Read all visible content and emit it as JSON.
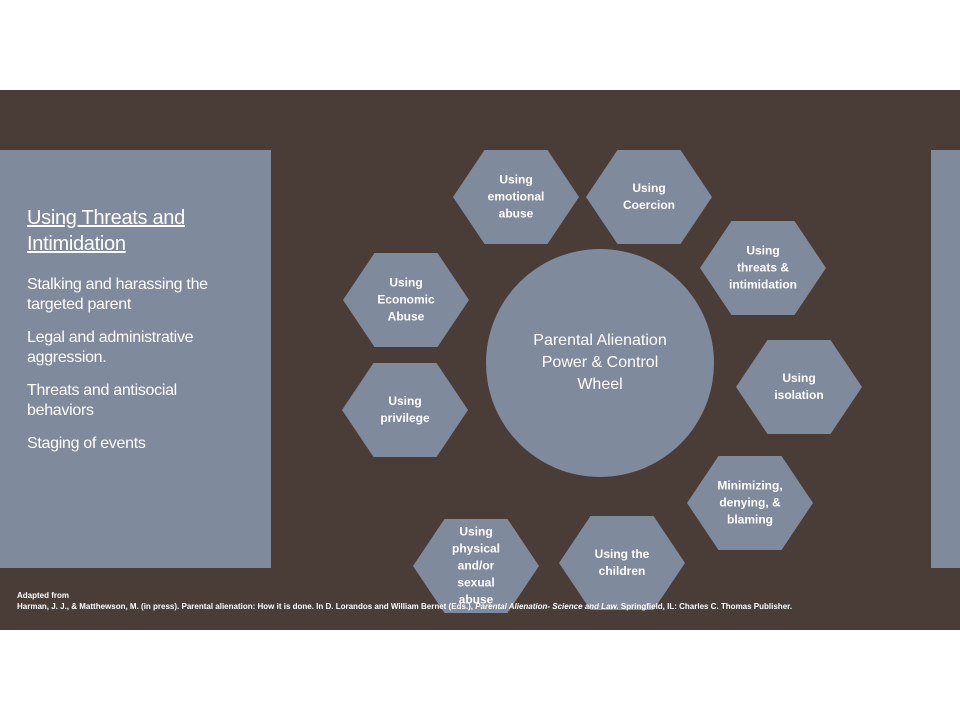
{
  "side_panel": {
    "heading": "Using Threats and Intimidation",
    "items": [
      "Stalking and harassing the targeted parent",
      " Legal and administrative aggression.",
      "Threats and antisocial behaviors",
      "Staging of events"
    ]
  },
  "wheel": {
    "center": "Parental Alienation\nPower & Control\nWheel",
    "nodes": [
      "Using\nemotional\nabuse",
      "Using\nCoercion",
      "Using\nthreats &\nintimidation",
      "Using\nEconomic\nAbuse",
      "Using\nisolation",
      "Using\nprivilege",
      "Minimizing,\ndenying, &\nblaming",
      "Using\nphysical\nand/or\nsexual\nabuse",
      "Using the\nchildren"
    ]
  },
  "citation": {
    "line1": "Adapted from",
    "line2_before": "Harman, J. J., & Matthewson,  M. (in press). Parental alienation: How it is done. In D. Lorandos and William Bernet (Eds.), ",
    "line2_italic": "Parental Alienation- Science and Law.",
    "line2_after": " Springfield, IL: Charles C. Thomas Publisher."
  },
  "colors": {
    "background": "#4a3d38",
    "panel": "#7f8a9c",
    "shape": "#7f8a9c",
    "text": "#ffffff"
  }
}
